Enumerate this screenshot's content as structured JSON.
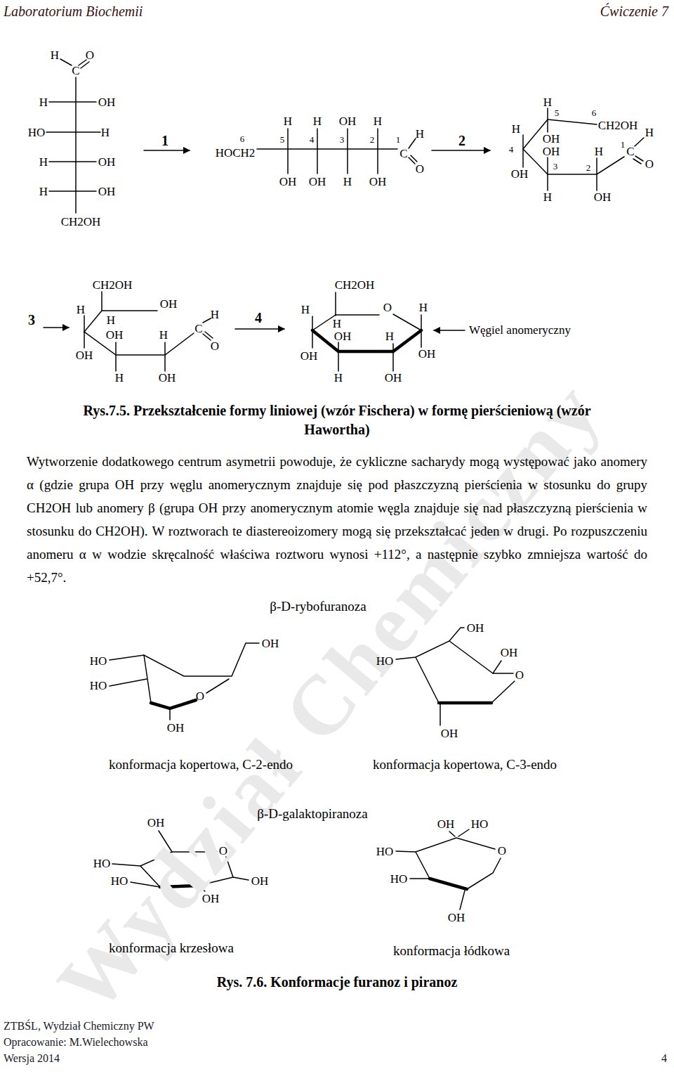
{
  "diagram": {
    "labels": [
      "Wydział Chemiczny",
      "Laboratorium Biochemii",
      "Ćwiczenie 7",
      "H",
      "O",
      "C",
      "H",
      "OH",
      "HO",
      "H",
      "H",
      "OH",
      "H",
      "OH",
      "CH2OH",
      "1",
      "H",
      "H",
      "OH",
      "H",
      "6",
      "HOCH2",
      "5",
      "4",
      "3",
      "2",
      "1",
      "C",
      "H",
      "O",
      "OH",
      "OH",
      "H",
      "OH",
      "2",
      "H",
      "5",
      "6",
      "CH2OH",
      "H",
      "H",
      "OH",
      "1",
      "C",
      "O",
      "4",
      "OH",
      "H",
      "3",
      "2",
      "OH",
      "H",
      "OH",
      "3",
      "CH2OH",
      "OH",
      "H",
      "H",
      "OH",
      "H",
      "C",
      "H",
      "O",
      "OH",
      "H",
      "OH",
      "4",
      "CH2OH",
      "H",
      "O",
      "H",
      "H",
      "OH",
      "H",
      "OH",
      "OH",
      "H",
      "OH",
      "Węgiel anomeryczny",
      "Rys.7.5. Przekształcenie formy liniowej (wzór Fischera) w formę pierścieniową (wzór Hawortha)",
      "Wytworzenie dodatkowego centrum asymetrii powoduje, że cykliczne sacharydy mogą występować jako anomery α (gdzie grupa OH przy węglu anomerycznym znajduje się pod płaszczyzną pierścienia w stosunku do grupy CH2OH lub anomery β (grupa OH przy anomerycznym atomie węgla znajduje się nad płaszczyzną pierścienia w stosunku do CH2OH). W roztworach te diastereoizomery mogą się przekształcać jeden w drugi. Po rozpuszczeniu anomeru α w wodzie skręcalność właściwa roztworu wynosi +112°, a następnie szybko zmniejsza wartość do +52,7°.",
      "β-D-rybofuranoza",
      "HO",
      "HO",
      "OH",
      "O",
      "OH",
      "HO",
      "OH",
      "OH",
      "O",
      "OH",
      "konformacja kopertowa, C-2-endo",
      "konformacja kopertowa, C-3-endo",
      "β-D-galaktopiranoza",
      "OH",
      "O",
      "HO",
      "HO",
      "OH",
      "OH",
      "OH",
      "HO",
      "HO",
      "O",
      "HO",
      "OH",
      "konformacja krzesłowa",
      "konformacja łódkowa",
      "Rys. 7.6. Konformacje furanoz i piranoz",
      "ZTBŚL, Wydział Chemiczny PW",
      "Opracowanie: M.Wielechowska",
      "Wersja 2014",
      "4"
    ]
  }
}
